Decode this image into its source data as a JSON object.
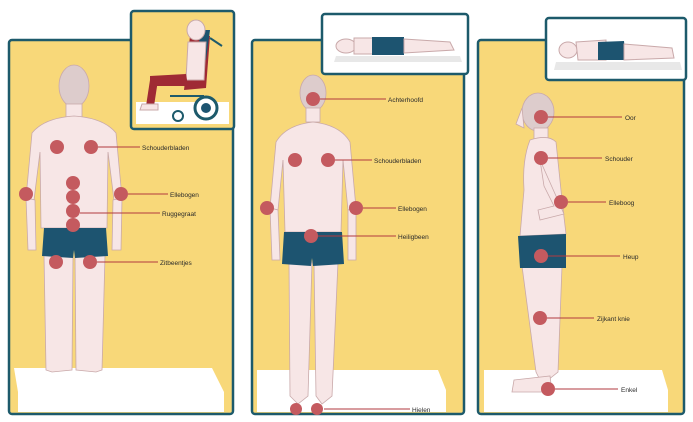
{
  "colors": {
    "panel_bg": "#f8d879",
    "panel_border": "#1d5a6b",
    "skin": "#f7e6e6",
    "skin_outline": "#c9a9aa",
    "hair": "#d8c6c6",
    "shorts": "#1d5470",
    "pressure_point": "#c45a5f",
    "leader_line": "#b23a3f",
    "floor": "#ffffff"
  },
  "panels": [
    {
      "name": "sitting",
      "inset_icon": "wheelchair-person-icon",
      "labels": [
        "Schouderbladen",
        "Ellebogen",
        "Ruggegraat",
        "Zitbeentjes"
      ]
    },
    {
      "name": "supine",
      "inset_icon": "supine-lying-person-icon",
      "labels": [
        "Achterhoofd",
        "Schouderbladen",
        "Ellebogen",
        "Heiligbeen",
        "Hielen"
      ]
    },
    {
      "name": "side-lying",
      "inset_icon": "side-lying-person-icon",
      "labels": [
        "Oor",
        "Schouder",
        "Elleboog",
        "Heup",
        "Zijkant knie",
        "Enkel"
      ]
    }
  ]
}
